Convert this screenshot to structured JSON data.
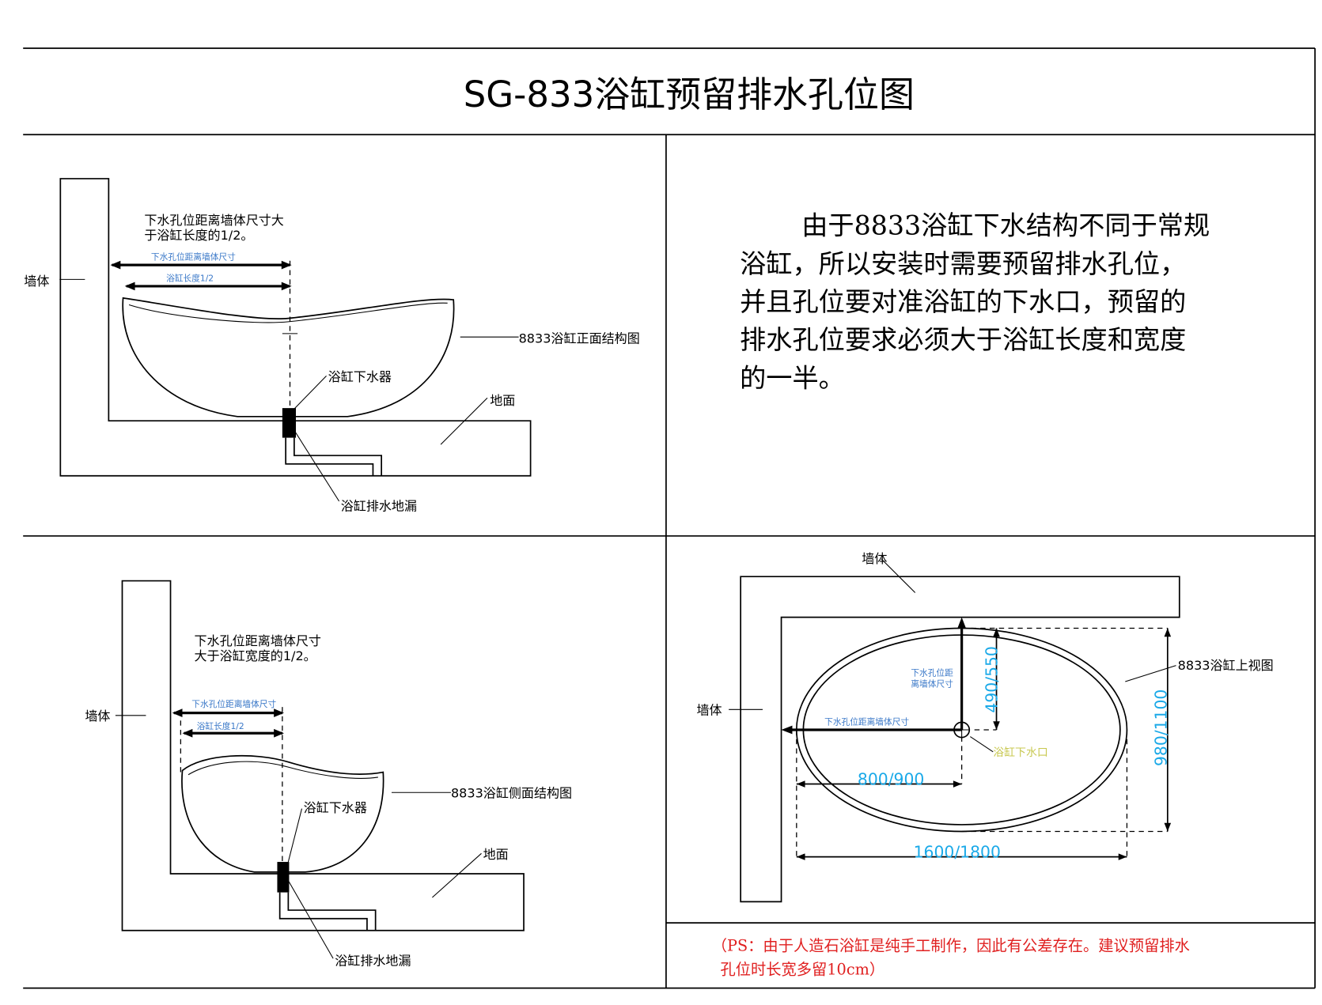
{
  "title": "SG-833浴缸预留排水孔位图",
  "front_view": {
    "note": [
      "下水孔位距离墙体尺寸大",
      "于浴缸长度的1/2。"
    ],
    "dim_wall": "下水孔位距离墙体尺寸",
    "dim_half": "浴缸长度1/2",
    "wall": "墙体",
    "caption": "8833浴缸正面结构图",
    "drain_fitting": "浴缸下水器",
    "floor": "地面",
    "floor_drain": "浴缸排水地漏"
  },
  "description": [
    "由于8833浴缸下水结构不同于常规",
    "浴缸，所以安装时需要预留排水孔位，",
    "并且孔位要对准浴缸的下水口，预留的",
    "排水孔位要求必须大于浴缸长度和宽度",
    "的一半。"
  ],
  "side_view": {
    "note": [
      "下水孔位距离墙体尺寸",
      "大于浴缸宽度的1/2。"
    ],
    "dim_wall": "下水孔位距离墙体尺寸",
    "dim_half": "浴缸长度1/2",
    "wall": "墙体",
    "caption": "8833浴缸侧面结构图",
    "drain_fitting": "浴缸下水器",
    "floor": "地面",
    "floor_drain": "浴缸排水地漏"
  },
  "top_view": {
    "wall_top": "墙体",
    "wall_left": "墙体",
    "caption": "8833浴缸上视图",
    "dim_vertical_label": [
      "下水孔位距",
      "离墙体尺寸"
    ],
    "dim_horizontal_label": "下水孔位距离墙体尺寸",
    "drain_outlet": "浴缸下水口",
    "dim_490": "490/550",
    "dim_980": "980/1100",
    "dim_800": "800/900",
    "dim_1600": "1600/1800"
  },
  "ps_note": [
    "（PS：由于人造石浴缸是纯手工制作，因此有公差存在。建议预留排水",
    "孔位时长宽多留10cm）"
  ],
  "colors": {
    "dimension": "#1aa9e8",
    "note_blue": "#3a78c8",
    "ps": "#e02020",
    "outlet": "#c8c850"
  }
}
